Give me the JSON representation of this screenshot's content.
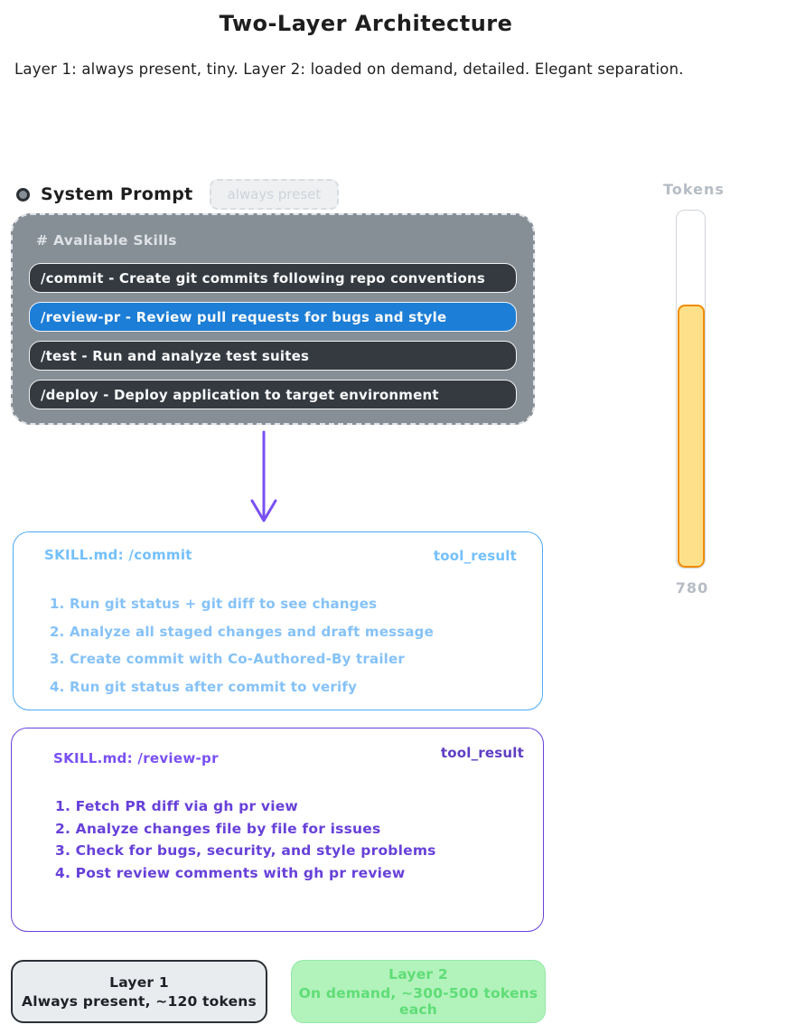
{
  "title": "Two-Layer Architecture",
  "subtitle": "Layer 1: always present, tiny. Layer 2: loaded on demand, detailed. Elegant separation.",
  "system_prompt": {
    "label": "System Prompt",
    "badge": "always preset",
    "skills_header": "# Avaliable Skills",
    "skills": [
      {
        "text": "/commit - Create git commits following repo conventions",
        "highlighted": false
      },
      {
        "text": "/review-pr - Review pull requests for bugs and style",
        "highlighted": true
      },
      {
        "text": "/test - Run and analyze test suites",
        "highlighted": false
      },
      {
        "text": "/deploy - Deploy application to target environment",
        "highlighted": false
      }
    ]
  },
  "commit_skill_card": {
    "title": "SKILL.md: /commit",
    "badge": "tool_result",
    "steps": [
      "1. Run git status + git diff to see changes",
      "2. Analyze all staged changes and draft message",
      "3. Create commit with Co-Authored-By trailer",
      "4. Run git status after commit to verify"
    ]
  },
  "review_skill_card": {
    "title": "SKILL.md: /review-pr",
    "badge": "tool_result",
    "steps": [
      "1. Fetch PR diff via gh pr view",
      "2. Analyze changes file by file for issues",
      "3. Check for bugs, security, and style problems",
      "4. Post review comments with gh pr review"
    ]
  },
  "legend": {
    "layer1": {
      "title": "Layer 1",
      "subtitle": "Always present, ~120 tokens"
    },
    "layer2": {
      "title": "Layer 2",
      "subtitle": "On demand, ~300-500 tokens each"
    }
  },
  "tokens_gauge": {
    "label": "Tokens",
    "value": "780",
    "fill_percent": 73.5
  },
  "colors": {
    "highlight_blue": "#1c7ed6",
    "dark_row": "#343a40",
    "prompt_gray": "#868e96",
    "commit_card_blue": "#74c0fc",
    "review_card_purple": "#6741d9",
    "arrow_purple": "#7950f2",
    "layer2_green_bg": "#b2f2bb",
    "layer2_green_text": "#5fdd77",
    "gauge_fill_yellow": "#ffe08a",
    "gauge_fill_border": "#f08c00"
  }
}
